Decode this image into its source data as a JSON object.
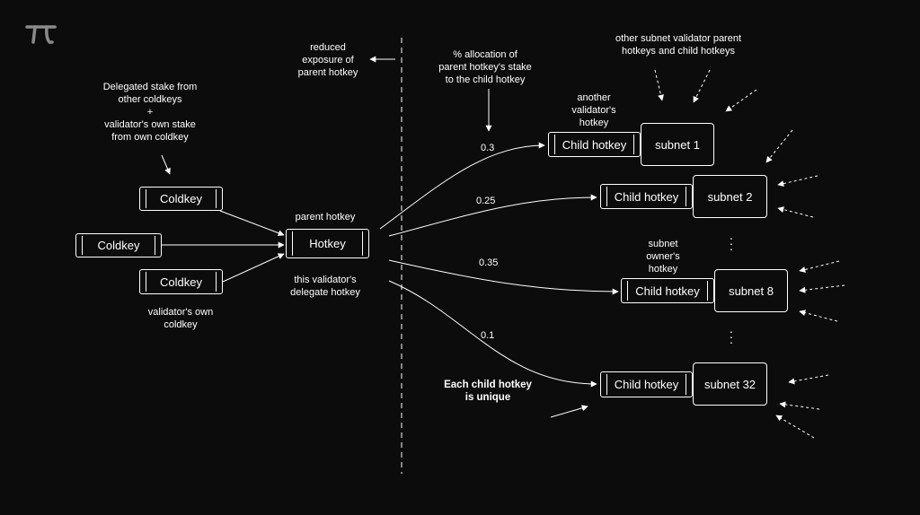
{
  "annotations": {
    "delegated_stake": "Delegated stake from\nother coldkeys\n+\nvalidator's own stake\nfrom own coldkey",
    "reduced_exposure": "reduced\nexposure of\nparent hotkey",
    "allocation": "% allocation of\nparent hotkey's stake\nto the child hotkey",
    "other_subnet": "other subnet validator parent\nhotkeys and child hotkeys",
    "another_validator": "another\nvalidator's\nhotkey",
    "subnet_owner": "subnet\nowner's\nhotkey",
    "parent_hotkey": "parent hotkey",
    "delegate_hotkey": "this validator's\ndelegate hotkey",
    "own_coldkey": "validator's own\ncoldkey",
    "unique": "Each child hotkey\nis unique"
  },
  "coldkeys": [
    "Coldkey",
    "Coldkey",
    "Coldkey"
  ],
  "hotkey": "Hotkey",
  "children": [
    {
      "label": "Child hotkey",
      "subnet": "subnet 1",
      "fraction": "0.3"
    },
    {
      "label": "Child hotkey",
      "subnet": "subnet 2",
      "fraction": "0.25"
    },
    {
      "label": "Child hotkey",
      "subnet": "subnet 8",
      "fraction": "0.35"
    },
    {
      "label": "Child hotkey",
      "subnet": "subnet 32",
      "fraction": "0.1"
    }
  ],
  "colors": {
    "background": "#0c0c0c",
    "foreground": "#ffffff",
    "logo": "#8a8a8a"
  },
  "icons": {
    "logo": "tau-logo-icon"
  }
}
